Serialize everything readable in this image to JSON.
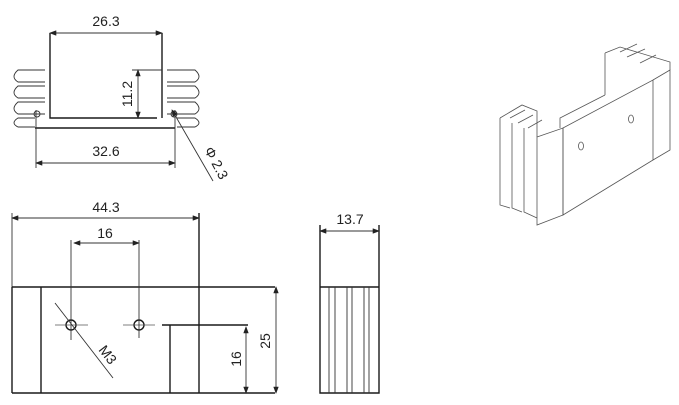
{
  "top_view": {
    "width_top": "26.3",
    "height_inner": "11.2",
    "hole_spacing": "32.6",
    "hole_diameter": "Φ 2.3"
  },
  "front_view": {
    "length": "44.3",
    "hole_pitch": "16",
    "thread": "M3",
    "notch_height": "16",
    "height": "25"
  },
  "side_view": {
    "depth": "13.7"
  }
}
